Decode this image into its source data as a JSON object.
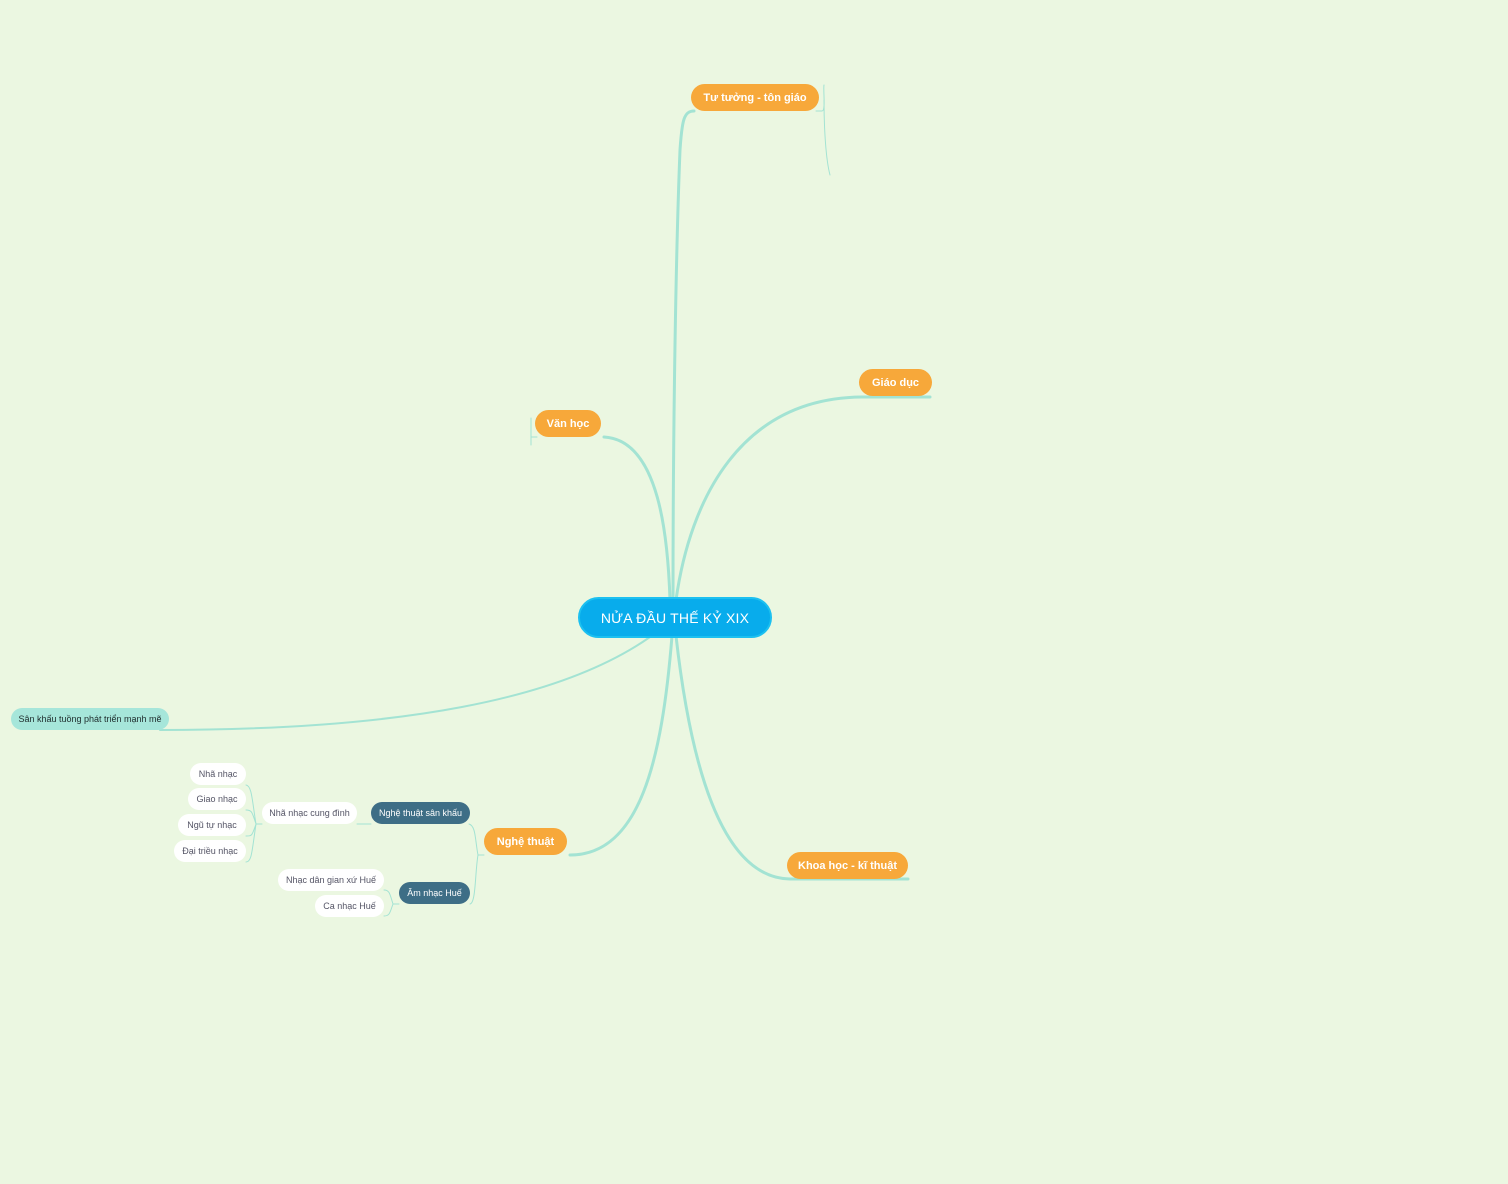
{
  "root": {
    "label": "NỬA ĐẦU THẾ KỶ XIX"
  },
  "branches": {
    "tu_tuong": "Tư tưởng - tôn giáo",
    "giao_duc": "Giáo dục",
    "van_hoc": "Văn học",
    "nghe_thuat": "Nghệ thuật",
    "khoa_hoc": "Khoa học - kĩ thuật"
  },
  "nghe_thuat": {
    "san_khau": "Nghệ thuật sân khấu",
    "am_nhac": "Âm nhạc Huế",
    "nha_nhac_cung_dinh": "Nhã nhạc cung đình",
    "nha_nhac_items": [
      "Nhã nhạc",
      "Giao nhạc",
      "Ngũ tự nhạc",
      "Đại triều nhạc"
    ],
    "am_nhac_items": [
      "Nhạc dân gian xứ Huế",
      "Ca nhạc Huế"
    ]
  },
  "floating": {
    "san_khau_tuong": "Sân khấu tuồng phát triển mạnh mẽ"
  },
  "colors": {
    "background": "#ebf7e1",
    "root": "#08acec",
    "main_topic": "#f7a83a",
    "sub_topic": "#3e6e86",
    "connector": "#a3e3d3"
  }
}
